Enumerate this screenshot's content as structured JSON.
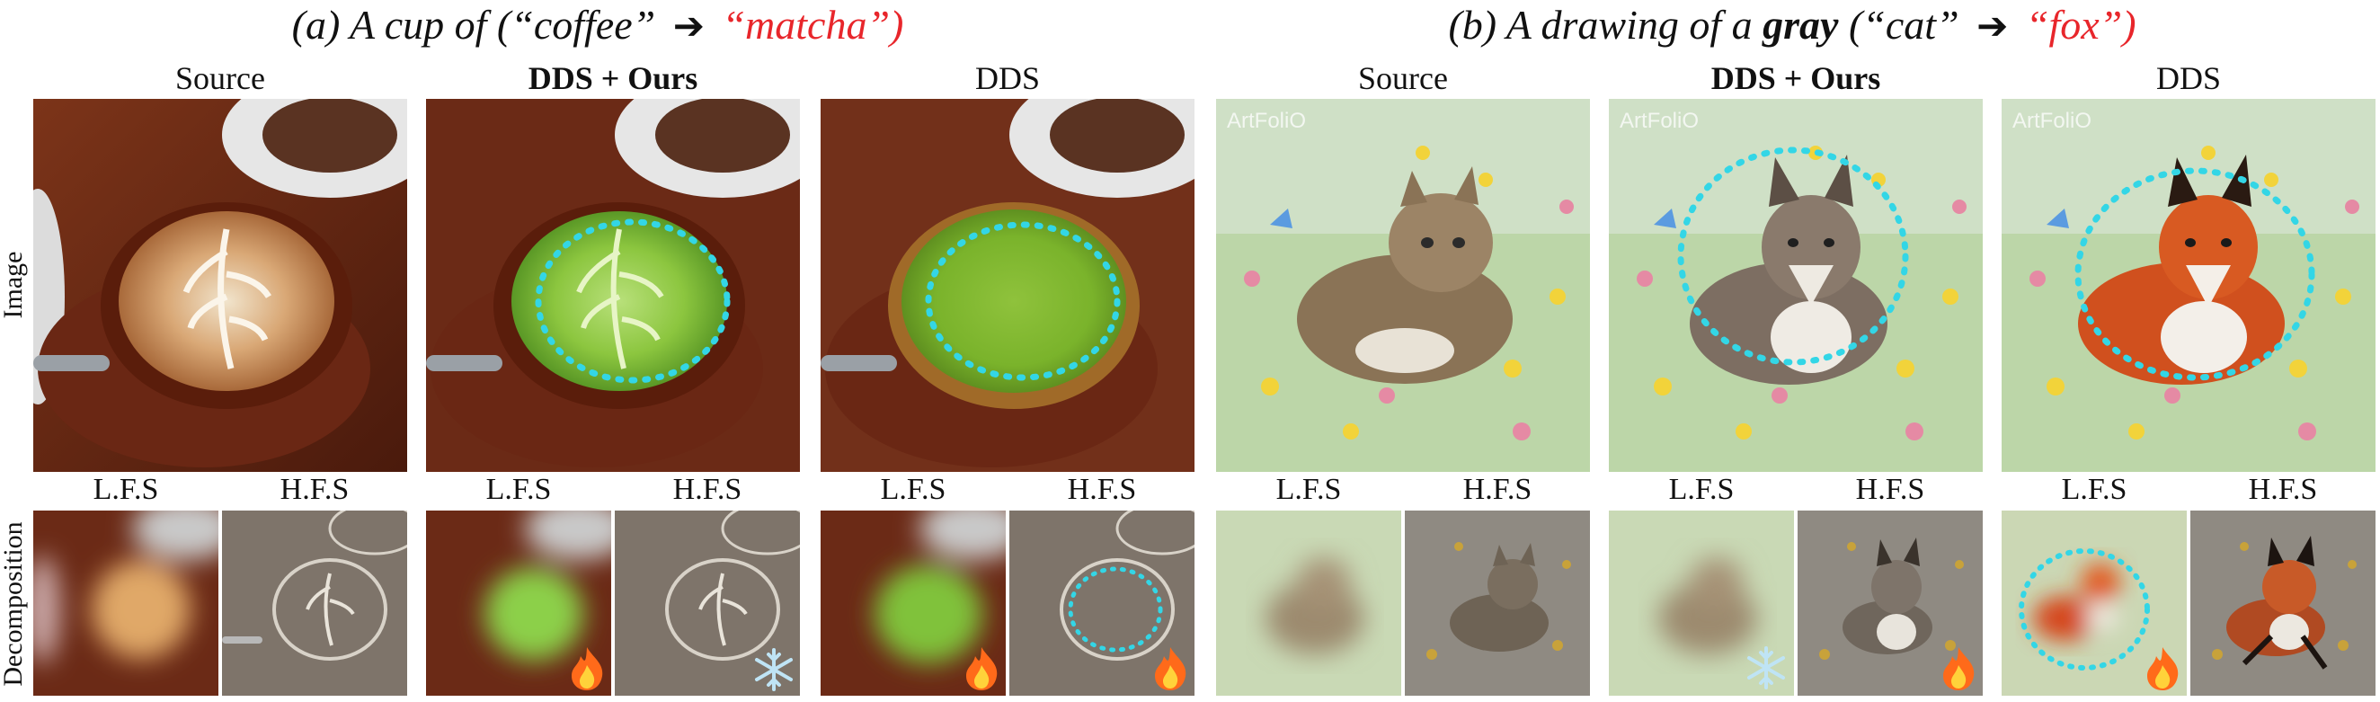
{
  "panel_a": {
    "title_prefix": "(a) A cup of (“coffee”",
    "arrow": "➔",
    "title_target": "“matcha”)",
    "columns": [
      "Source",
      "DDS + Ours",
      "DDS"
    ]
  },
  "panel_b": {
    "title_prefix": "(b) A drawing of a ",
    "title_bold": "gray",
    "title_middle": " (“cat”",
    "arrow": "➔",
    "title_target": "“fox”)",
    "columns": [
      "Source",
      "DDS + Ours",
      "DDS"
    ],
    "watermark": "ArtFoliO"
  },
  "sub_labels": {
    "lfs": "L.F.S",
    "hfs": "H.F.S"
  },
  "row_labels": {
    "image": "Image",
    "decomposition": "Decomposition"
  },
  "colors": {
    "target_red": "#e8262b",
    "dotted_circle": "#33d6e6",
    "coffee_bg": "#6b2a16",
    "matcha": "#7cc33a",
    "meadow": "#bcd6a8"
  },
  "icons": [
    "fire-icon",
    "snowflake-icon"
  ]
}
